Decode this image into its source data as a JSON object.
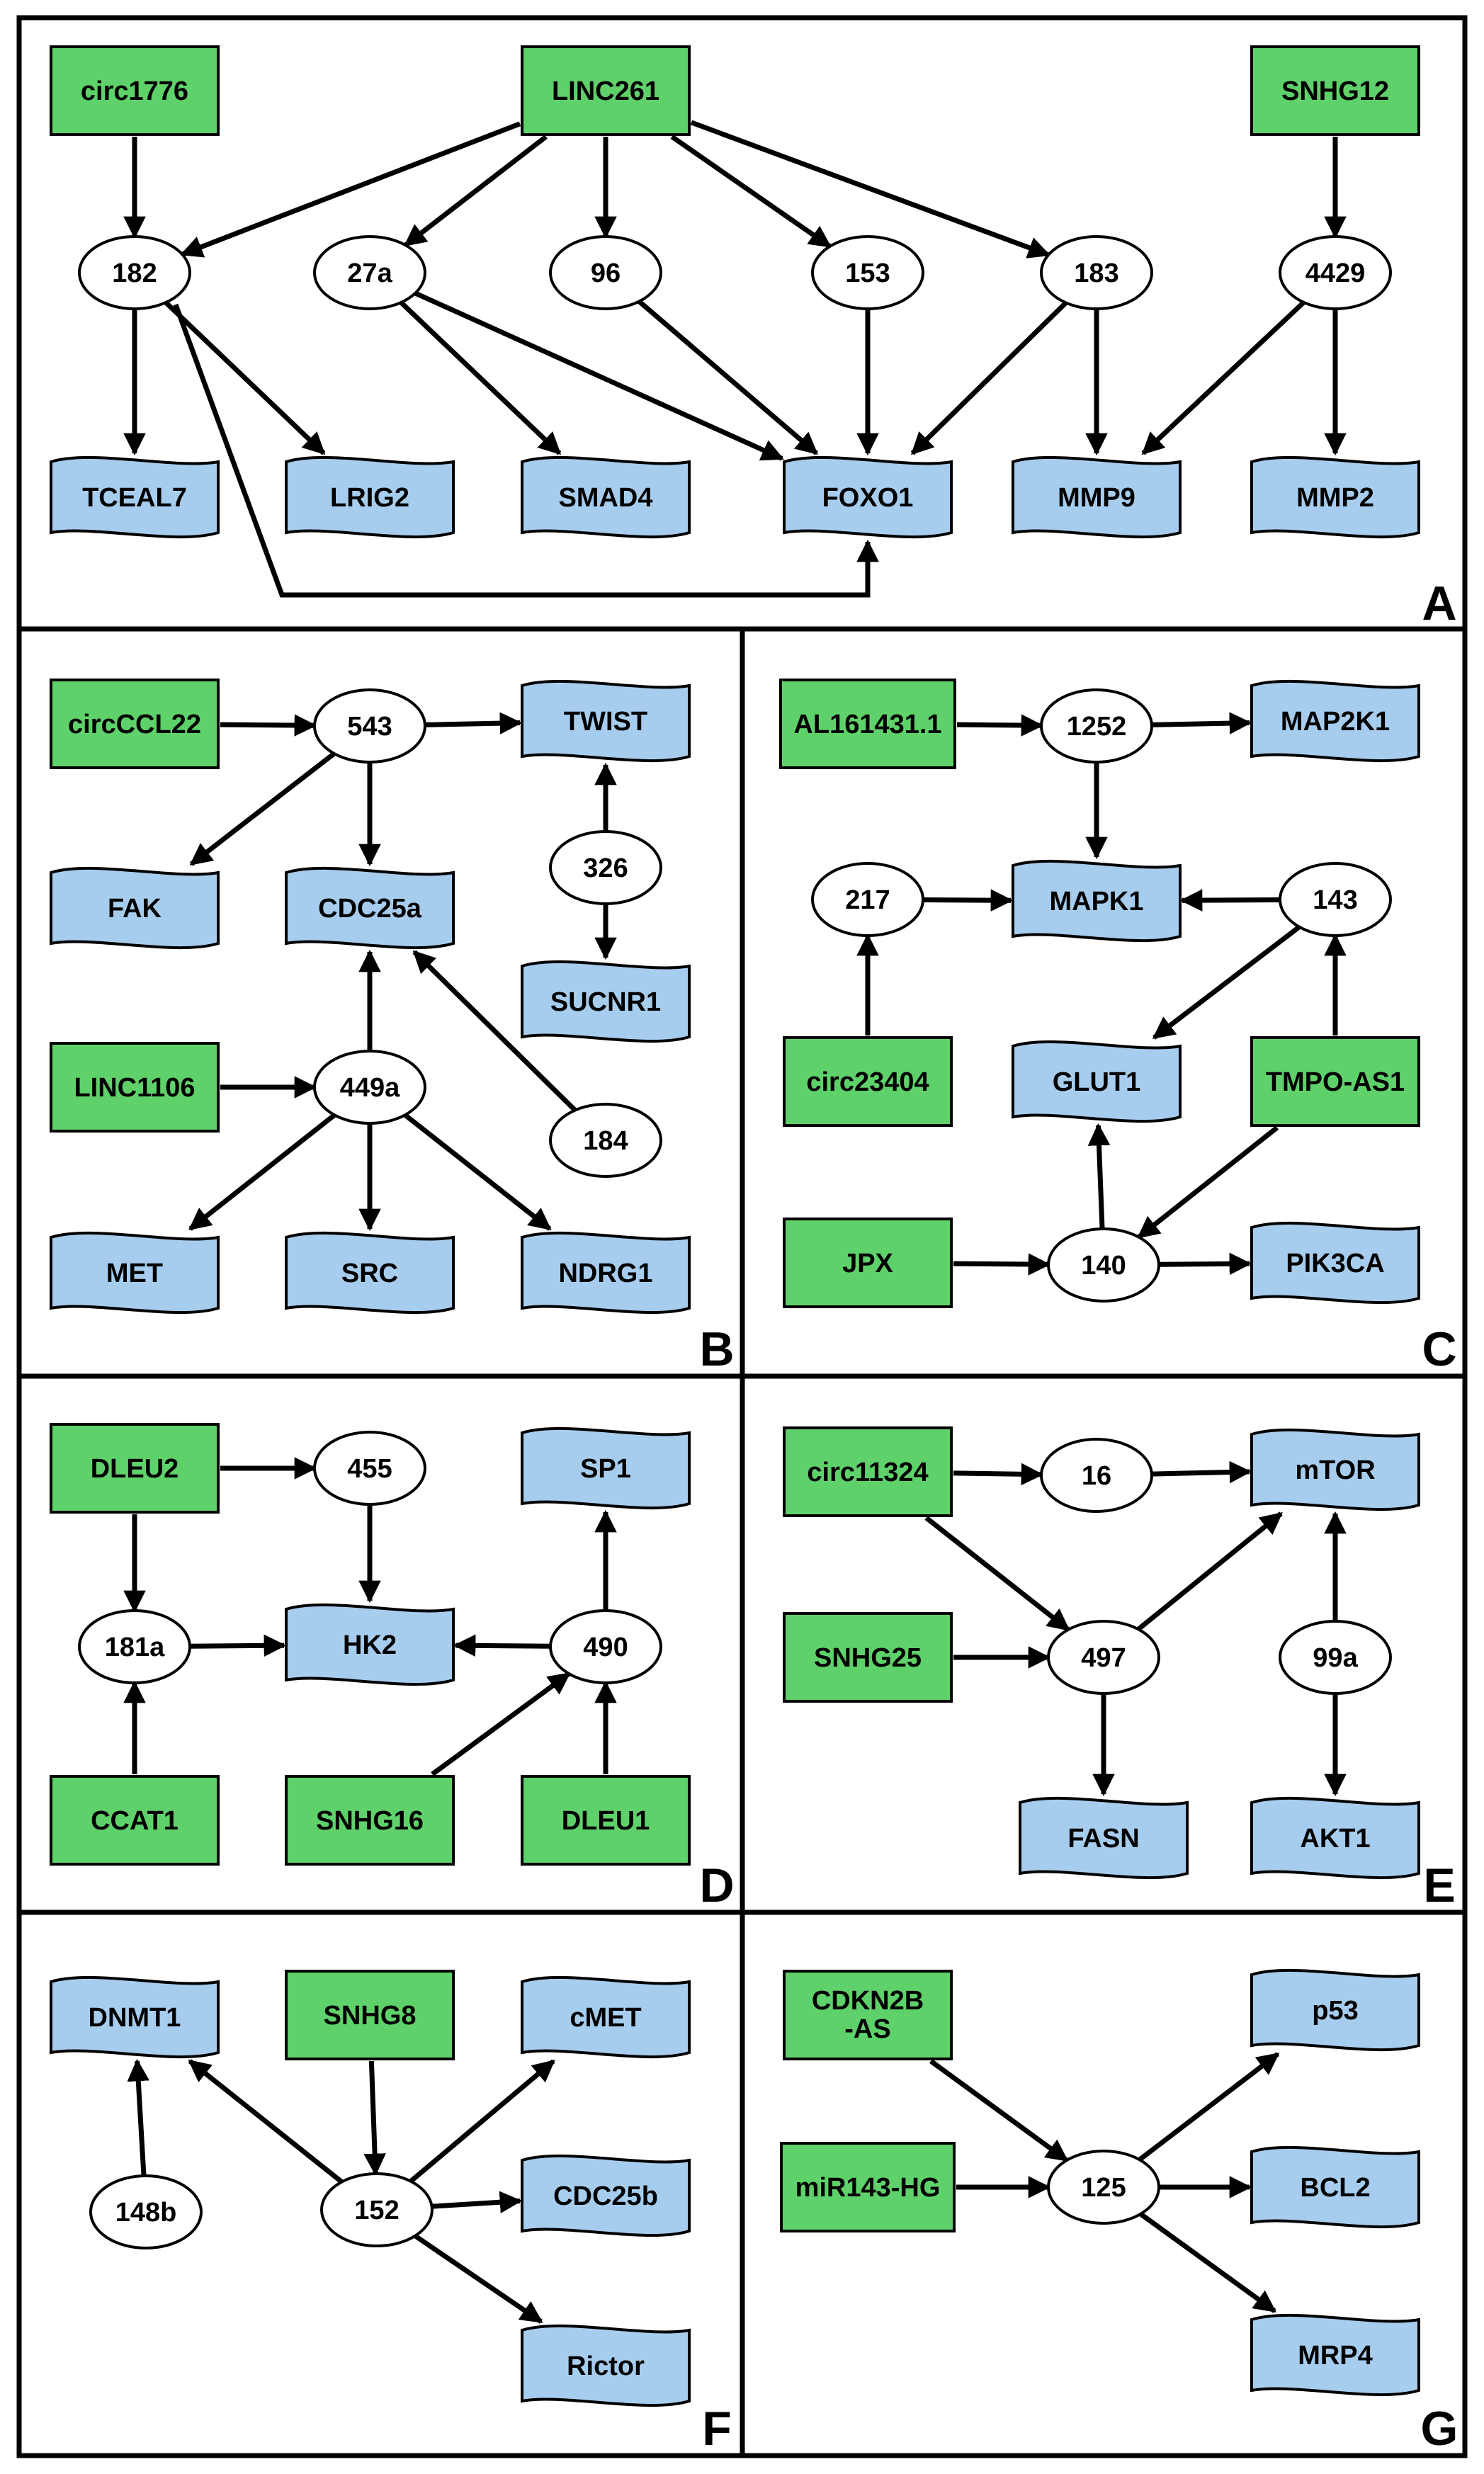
{
  "colors": {
    "lncrna_fill": "#5fd16a",
    "mirna_fill": "#ffffff",
    "target_fill": "#a7cdee",
    "stroke": "#000000"
  },
  "panels": [
    {
      "letter": "A",
      "nodes": [
        {
          "id": "A_circ1776",
          "type": "lncrna",
          "label": "circ1776"
        },
        {
          "id": "A_LINC261",
          "type": "lncrna",
          "label": "LINC261"
        },
        {
          "id": "A_SNHG12",
          "type": "lncrna",
          "label": "SNHG12"
        },
        {
          "id": "A_182",
          "type": "mirna",
          "label": "182"
        },
        {
          "id": "A_27a",
          "type": "mirna",
          "label": "27a"
        },
        {
          "id": "A_96",
          "type": "mirna",
          "label": "96"
        },
        {
          "id": "A_153",
          "type": "mirna",
          "label": "153"
        },
        {
          "id": "A_183",
          "type": "mirna",
          "label": "183"
        },
        {
          "id": "A_4429",
          "type": "mirna",
          "label": "4429"
        },
        {
          "id": "A_TCEAL7",
          "type": "target",
          "label": "TCEAL7"
        },
        {
          "id": "A_LRIG2",
          "type": "target",
          "label": "LRIG2"
        },
        {
          "id": "A_SMAD4",
          "type": "target",
          "label": "SMAD4"
        },
        {
          "id": "A_FOXO1",
          "type": "target",
          "label": "FOXO1"
        },
        {
          "id": "A_MMP9",
          "type": "target",
          "label": "MMP9"
        },
        {
          "id": "A_MMP2",
          "type": "target",
          "label": "MMP2"
        }
      ],
      "edges": [
        [
          "A_circ1776",
          "A_182"
        ],
        [
          "A_LINC261",
          "A_182"
        ],
        [
          "A_LINC261",
          "A_27a"
        ],
        [
          "A_LINC261",
          "A_96"
        ],
        [
          "A_LINC261",
          "A_153"
        ],
        [
          "A_LINC261",
          "A_183"
        ],
        [
          "A_SNHG12",
          "A_4429"
        ],
        [
          "A_182",
          "A_TCEAL7"
        ],
        [
          "A_182",
          "A_LRIG2"
        ],
        [
          "A_182",
          "A_FOXO1"
        ],
        [
          "A_27a",
          "A_SMAD4"
        ],
        [
          "A_27a",
          "A_FOXO1"
        ],
        [
          "A_96",
          "A_FOXO1"
        ],
        [
          "A_153",
          "A_FOXO1"
        ],
        [
          "A_183",
          "A_FOXO1"
        ],
        [
          "A_183",
          "A_MMP9"
        ],
        [
          "A_4429",
          "A_MMP9"
        ],
        [
          "A_4429",
          "A_MMP2"
        ]
      ]
    },
    {
      "letter": "B",
      "nodes": [
        {
          "id": "B_circCCL22",
          "type": "lncrna",
          "label": "circCCL22"
        },
        {
          "id": "B_LINC1106",
          "type": "lncrna",
          "label": "LINC1106"
        },
        {
          "id": "B_543",
          "type": "mirna",
          "label": "543"
        },
        {
          "id": "B_326",
          "type": "mirna",
          "label": "326"
        },
        {
          "id": "B_449a",
          "type": "mirna",
          "label": "449a"
        },
        {
          "id": "B_184",
          "type": "mirna",
          "label": "184"
        },
        {
          "id": "B_TWIST",
          "type": "target",
          "label": "TWIST"
        },
        {
          "id": "B_FAK",
          "type": "target",
          "label": "FAK"
        },
        {
          "id": "B_CDC25a",
          "type": "target",
          "label": "CDC25a"
        },
        {
          "id": "B_SUCNR1",
          "type": "target",
          "label": "SUCNR1"
        },
        {
          "id": "B_MET",
          "type": "target",
          "label": "MET"
        },
        {
          "id": "B_SRC",
          "type": "target",
          "label": "SRC"
        },
        {
          "id": "B_NDRG1",
          "type": "target",
          "label": "NDRG1"
        }
      ],
      "edges": [
        [
          "B_circCCL22",
          "B_543"
        ],
        [
          "B_543",
          "B_TWIST"
        ],
        [
          "B_543",
          "B_FAK"
        ],
        [
          "B_543",
          "B_CDC25a"
        ],
        [
          "B_326",
          "B_TWIST"
        ],
        [
          "B_326",
          "B_SUCNR1"
        ],
        [
          "B_LINC1106",
          "B_449a"
        ],
        [
          "B_449a",
          "B_CDC25a"
        ],
        [
          "B_184",
          "B_CDC25a"
        ],
        [
          "B_449a",
          "B_MET"
        ],
        [
          "B_449a",
          "B_SRC"
        ],
        [
          "B_449a",
          "B_NDRG1"
        ]
      ]
    },
    {
      "letter": "C",
      "nodes": [
        {
          "id": "C_AL161431",
          "type": "lncrna",
          "label": "AL161431.1"
        },
        {
          "id": "C_circ23404",
          "type": "lncrna",
          "label": "circ23404"
        },
        {
          "id": "C_TMPOAS1",
          "type": "lncrna",
          "label": "TMPO-AS1"
        },
        {
          "id": "C_JPX",
          "type": "lncrna",
          "label": "JPX"
        },
        {
          "id": "C_1252",
          "type": "mirna",
          "label": "1252"
        },
        {
          "id": "C_217",
          "type": "mirna",
          "label": "217"
        },
        {
          "id": "C_143",
          "type": "mirna",
          "label": "143"
        },
        {
          "id": "C_140",
          "type": "mirna",
          "label": "140"
        },
        {
          "id": "C_MAP2K1",
          "type": "target",
          "label": "MAP2K1"
        },
        {
          "id": "C_MAPK1",
          "type": "target",
          "label": "MAPK1"
        },
        {
          "id": "C_GLUT1",
          "type": "target",
          "label": "GLUT1"
        },
        {
          "id": "C_PIK3CA",
          "type": "target",
          "label": "PIK3CA"
        }
      ],
      "edges": [
        [
          "C_AL161431",
          "C_1252"
        ],
        [
          "C_1252",
          "C_MAP2K1"
        ],
        [
          "C_1252",
          "C_MAPK1"
        ],
        [
          "C_217",
          "C_MAPK1"
        ],
        [
          "C_143",
          "C_MAPK1"
        ],
        [
          "C_circ23404",
          "C_217"
        ],
        [
          "C_143",
          "C_GLUT1"
        ],
        [
          "C_TMPOAS1",
          "C_143"
        ],
        [
          "C_TMPOAS1",
          "C_140"
        ],
        [
          "C_JPX",
          "C_140"
        ],
        [
          "C_140",
          "C_GLUT1"
        ],
        [
          "C_140",
          "C_PIK3CA"
        ]
      ]
    },
    {
      "letter": "D",
      "nodes": [
        {
          "id": "D_DLEU2",
          "type": "lncrna",
          "label": "DLEU2"
        },
        {
          "id": "D_CCAT1",
          "type": "lncrna",
          "label": "CCAT1"
        },
        {
          "id": "D_SNHG16",
          "type": "lncrna",
          "label": "SNHG16"
        },
        {
          "id": "D_DLEU1",
          "type": "lncrna",
          "label": "DLEU1"
        },
        {
          "id": "D_455",
          "type": "mirna",
          "label": "455"
        },
        {
          "id": "D_181a",
          "type": "mirna",
          "label": "181a"
        },
        {
          "id": "D_490",
          "type": "mirna",
          "label": "490"
        },
        {
          "id": "D_SP1",
          "type": "target",
          "label": "SP1"
        },
        {
          "id": "D_HK2",
          "type": "target",
          "label": "HK2"
        }
      ],
      "edges": [
        [
          "D_DLEU2",
          "D_455"
        ],
        [
          "D_DLEU2",
          "D_181a"
        ],
        [
          "D_455",
          "D_HK2"
        ],
        [
          "D_181a",
          "D_HK2"
        ],
        [
          "D_490",
          "D_HK2"
        ],
        [
          "D_490",
          "D_SP1"
        ],
        [
          "D_CCAT1",
          "D_181a"
        ],
        [
          "D_SNHG16",
          "D_490"
        ],
        [
          "D_DLEU1",
          "D_490"
        ]
      ]
    },
    {
      "letter": "E",
      "nodes": [
        {
          "id": "E_circ11324",
          "type": "lncrna",
          "label": "circ11324"
        },
        {
          "id": "E_SNHG25",
          "type": "lncrna",
          "label": "SNHG25"
        },
        {
          "id": "E_16",
          "type": "mirna",
          "label": "16"
        },
        {
          "id": "E_497",
          "type": "mirna",
          "label": "497"
        },
        {
          "id": "E_99a",
          "type": "mirna",
          "label": "99a"
        },
        {
          "id": "E_mTOR",
          "type": "target",
          "label": "mTOR"
        },
        {
          "id": "E_FASN",
          "type": "target",
          "label": "FASN"
        },
        {
          "id": "E_AKT1",
          "type": "target",
          "label": "AKT1"
        }
      ],
      "edges": [
        [
          "E_circ11324",
          "E_16"
        ],
        [
          "E_16",
          "E_mTOR"
        ],
        [
          "E_circ11324",
          "E_497"
        ],
        [
          "E_SNHG25",
          "E_497"
        ],
        [
          "E_497",
          "E_mTOR"
        ],
        [
          "E_497",
          "E_FASN"
        ],
        [
          "E_99a",
          "E_mTOR"
        ],
        [
          "E_99a",
          "E_AKT1"
        ]
      ]
    },
    {
      "letter": "F",
      "nodes": [
        {
          "id": "F_SNHG8",
          "type": "lncrna",
          "label": "SNHG8"
        },
        {
          "id": "F_148b",
          "type": "mirna",
          "label": "148b"
        },
        {
          "id": "F_152",
          "type": "mirna",
          "label": "152"
        },
        {
          "id": "F_DNMT1",
          "type": "target",
          "label": "DNMT1"
        },
        {
          "id": "F_cMET",
          "type": "target",
          "label": "cMET"
        },
        {
          "id": "F_CDC25b",
          "type": "target",
          "label": "CDC25b"
        },
        {
          "id": "F_Rictor",
          "type": "target",
          "label": "Rictor"
        }
      ],
      "edges": [
        [
          "F_148b",
          "F_DNMT1"
        ],
        [
          "F_152",
          "F_DNMT1"
        ],
        [
          "F_SNHG8",
          "F_152"
        ],
        [
          "F_152",
          "F_cMET"
        ],
        [
          "F_152",
          "F_CDC25b"
        ],
        [
          "F_152",
          "F_Rictor"
        ]
      ]
    },
    {
      "letter": "G",
      "nodes": [
        {
          "id": "G_CDKN2BAS",
          "type": "lncrna",
          "label": "CDKN2B\n-AS"
        },
        {
          "id": "G_miR143HG",
          "type": "lncrna",
          "label": "miR143-HG"
        },
        {
          "id": "G_125",
          "type": "mirna",
          "label": "125"
        },
        {
          "id": "G_p53",
          "type": "target",
          "label": "p53"
        },
        {
          "id": "G_BCL2",
          "type": "target",
          "label": "BCL2"
        },
        {
          "id": "G_MRP4",
          "type": "target",
          "label": "MRP4"
        }
      ],
      "edges": [
        [
          "G_CDKN2BAS",
          "G_125"
        ],
        [
          "G_miR143HG",
          "G_125"
        ],
        [
          "G_125",
          "G_p53"
        ],
        [
          "G_125",
          "G_BCL2"
        ],
        [
          "G_125",
          "G_MRP4"
        ]
      ]
    }
  ]
}
